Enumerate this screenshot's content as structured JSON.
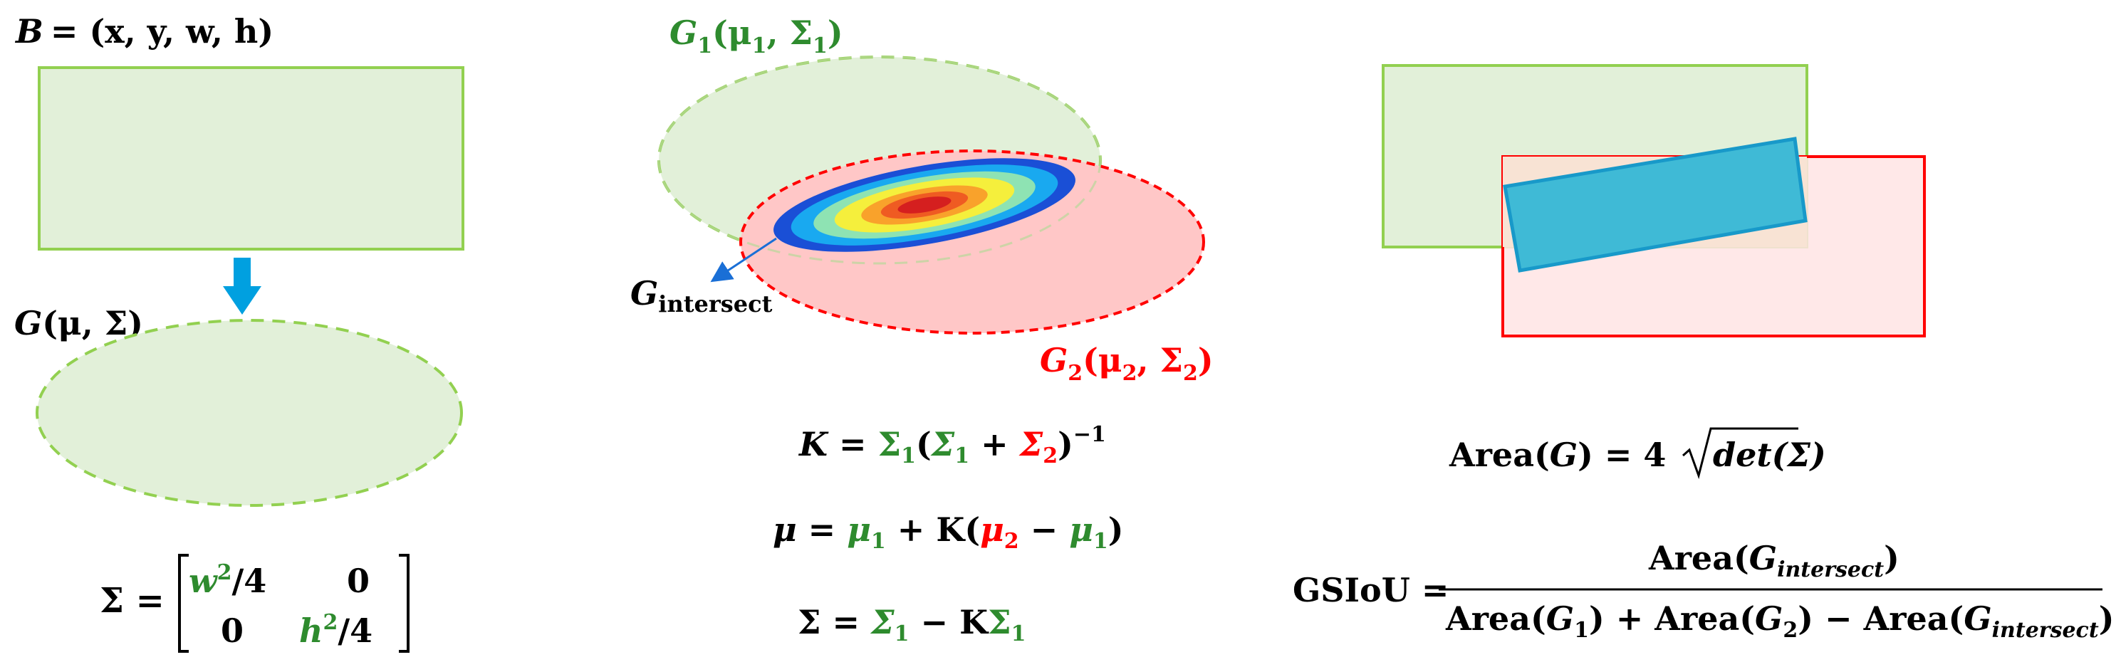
{
  "colors": {
    "green": "#2e8b2e",
    "red": "#ff0000",
    "black": "#000000",
    "box_green_fill": "#e2f0d9",
    "box_green_stroke": "#92d050",
    "ellipse_red_fill": "#ffc7c7",
    "ellipse_red_stroke": "#ff0000",
    "box_red_fill": "#ffe4e4",
    "blue_rect_fill": "#3fbad6",
    "blue_rect_stroke": "#1899c9",
    "arrow_blue": "#00a0e0",
    "heatmap": [
      "#1a4fd6",
      "#19a9f0",
      "#8ee3b3",
      "#f5ef3c",
      "#f9a22b",
      "#ef5b22",
      "#d51f1f"
    ]
  },
  "panel1": {
    "box_label": {
      "lhs": "B",
      "rhs": "= (x, y, w, h)"
    },
    "gauss_label": {
      "lhs": "G",
      "rhs": "(μ, Σ)"
    },
    "sigma_eq": "Σ =",
    "matrix": {
      "r1c1_var": "w",
      "r1c1_exp": "2",
      "r1c1_tail": "/4",
      "r1c2": "0",
      "r2c1": "0",
      "r2c2_var": "h",
      "r2c2_exp": "2",
      "r2c2_tail": "/4"
    },
    "arrow_icon": "down-arrow-icon"
  },
  "panel2": {
    "g1_label": {
      "name": "G",
      "sub": "1",
      "open": "(μ",
      "mu_sub": "1",
      "comma": ", Σ",
      "sig_sub": "1",
      "close": ")"
    },
    "g2_label": {
      "name": "G",
      "sub": "2",
      "open": "(μ",
      "mu_sub": "2",
      "comma": ", Σ",
      "sig_sub": "2",
      "close": ")"
    },
    "intersect_label": {
      "name": "G",
      "sub": "intersect"
    },
    "eq_k": {
      "k": "K",
      "eq": " = ",
      "s1": "Σ",
      "s1_sub": "1",
      "open": "(",
      "s1b": "Σ",
      "s1b_sub": "1",
      "plus": " + ",
      "s2": "Σ",
      "s2_sub": "2",
      "close": ")",
      "exp": "−1"
    },
    "eq_mu": {
      "mu": "μ",
      "eq": " = ",
      "m1": "μ",
      "m1_sub": "1",
      "plus": " + K(",
      "m2": "μ",
      "m2_sub": "2",
      "minus": " − ",
      "m1b": "μ",
      "m1b_sub": "1",
      "close": ")"
    },
    "eq_sigma": {
      "sig": "Σ",
      "eq": " = ",
      "s1": "Σ",
      "s1_sub": "1",
      "minus": " − K",
      "s1b": "Σ",
      "s1b_sub": "1"
    }
  },
  "panel3": {
    "area_eq": {
      "lhs": "Area(",
      "g": "G",
      "mid": ") = 4",
      "rad": "det(Σ)"
    },
    "gsiou": {
      "label": "GSIoU =",
      "num_pre": "Area(",
      "num_g": "G",
      "num_sub": "intersect",
      "num_post": ")",
      "d1_pre": "Area(",
      "d1_g": "G",
      "d1_sub": "1",
      "d1_post": ")",
      "plus": " + ",
      "d2_pre": "Area(",
      "d2_g": "G",
      "d2_sub": "2",
      "d2_post": ")",
      "minus": " − ",
      "d3_pre": "Area(",
      "d3_g": "G",
      "d3_sub": "intersect",
      "d3_post": ")"
    }
  }
}
